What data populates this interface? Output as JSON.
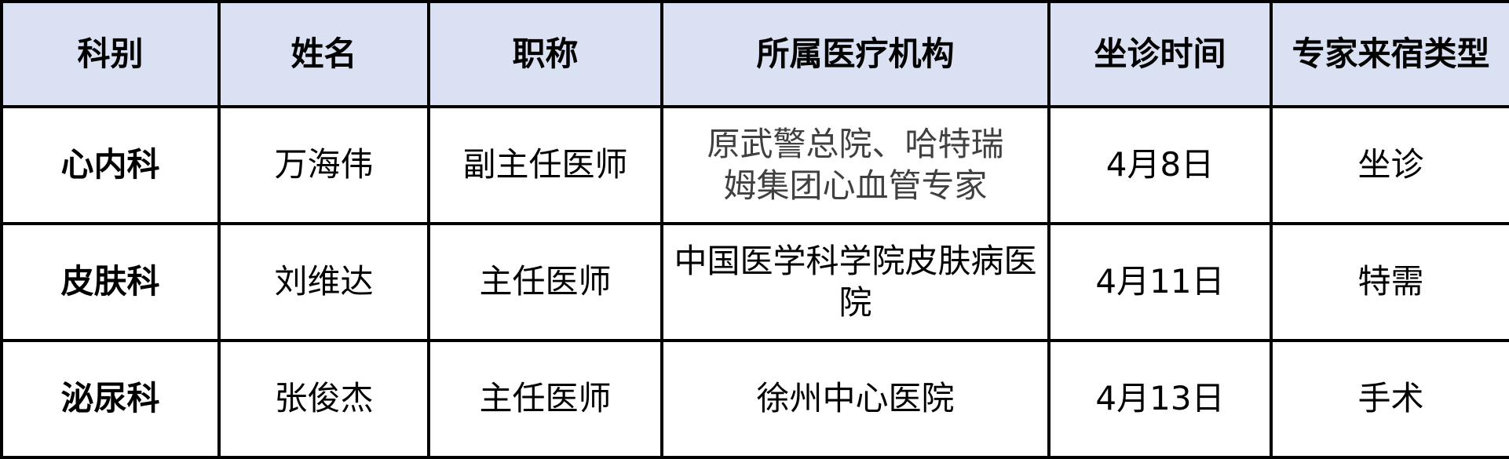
{
  "table": {
    "header_bg": "#D9E1F2",
    "border_color": "#000000",
    "columns": [
      "科别",
      "姓名",
      "职称",
      "所属医疗机构",
      "坐诊时间",
      "专家来宿类型"
    ],
    "rows": [
      {
        "department": "心内科",
        "name": "万海伟",
        "title": "副主任医师",
        "institution": "原武警总院、哈特瑞姆集团心血管专家",
        "date": "4月8日",
        "type": "坐诊"
      },
      {
        "department": "皮肤科",
        "name": "刘维达",
        "title": "主任医师",
        "institution": "中国医学科学院皮肤病医院",
        "date": "4月11日",
        "type": "特需"
      },
      {
        "department": "泌尿科",
        "name": "张俊杰",
        "title": "主任医师",
        "institution": "徐州中心医院",
        "date": "4月13日",
        "type": "手术"
      }
    ]
  }
}
